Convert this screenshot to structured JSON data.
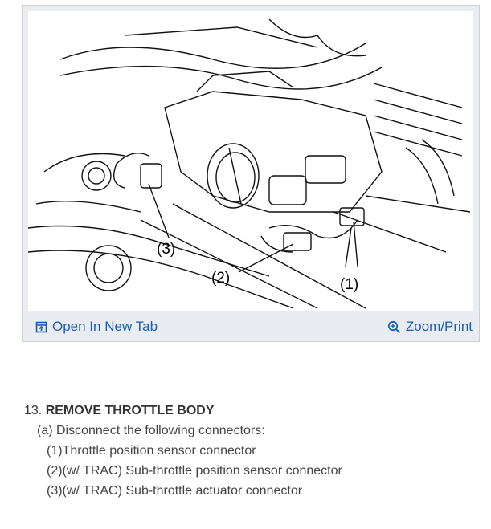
{
  "figure": {
    "callouts": [
      "(1)",
      "(2)",
      "(3)"
    ],
    "open_label": "Open In New Tab",
    "zoom_label": "Zoom/Print",
    "open_icon": "open-new-tab-icon",
    "zoom_icon": "zoom-icon"
  },
  "step": {
    "number": "13.",
    "title": "REMOVE THROTTLE BODY",
    "sub": "(a) Disconnect the following connectors:",
    "items": [
      "(1)Throttle position sensor connector",
      "(2)(w/ TRAC) Sub-throttle position sensor connector",
      "(3)(w/ TRAC) Sub-throttle actuator connector"
    ]
  },
  "colors": {
    "link": "#1a5fb4",
    "text": "#333333"
  }
}
